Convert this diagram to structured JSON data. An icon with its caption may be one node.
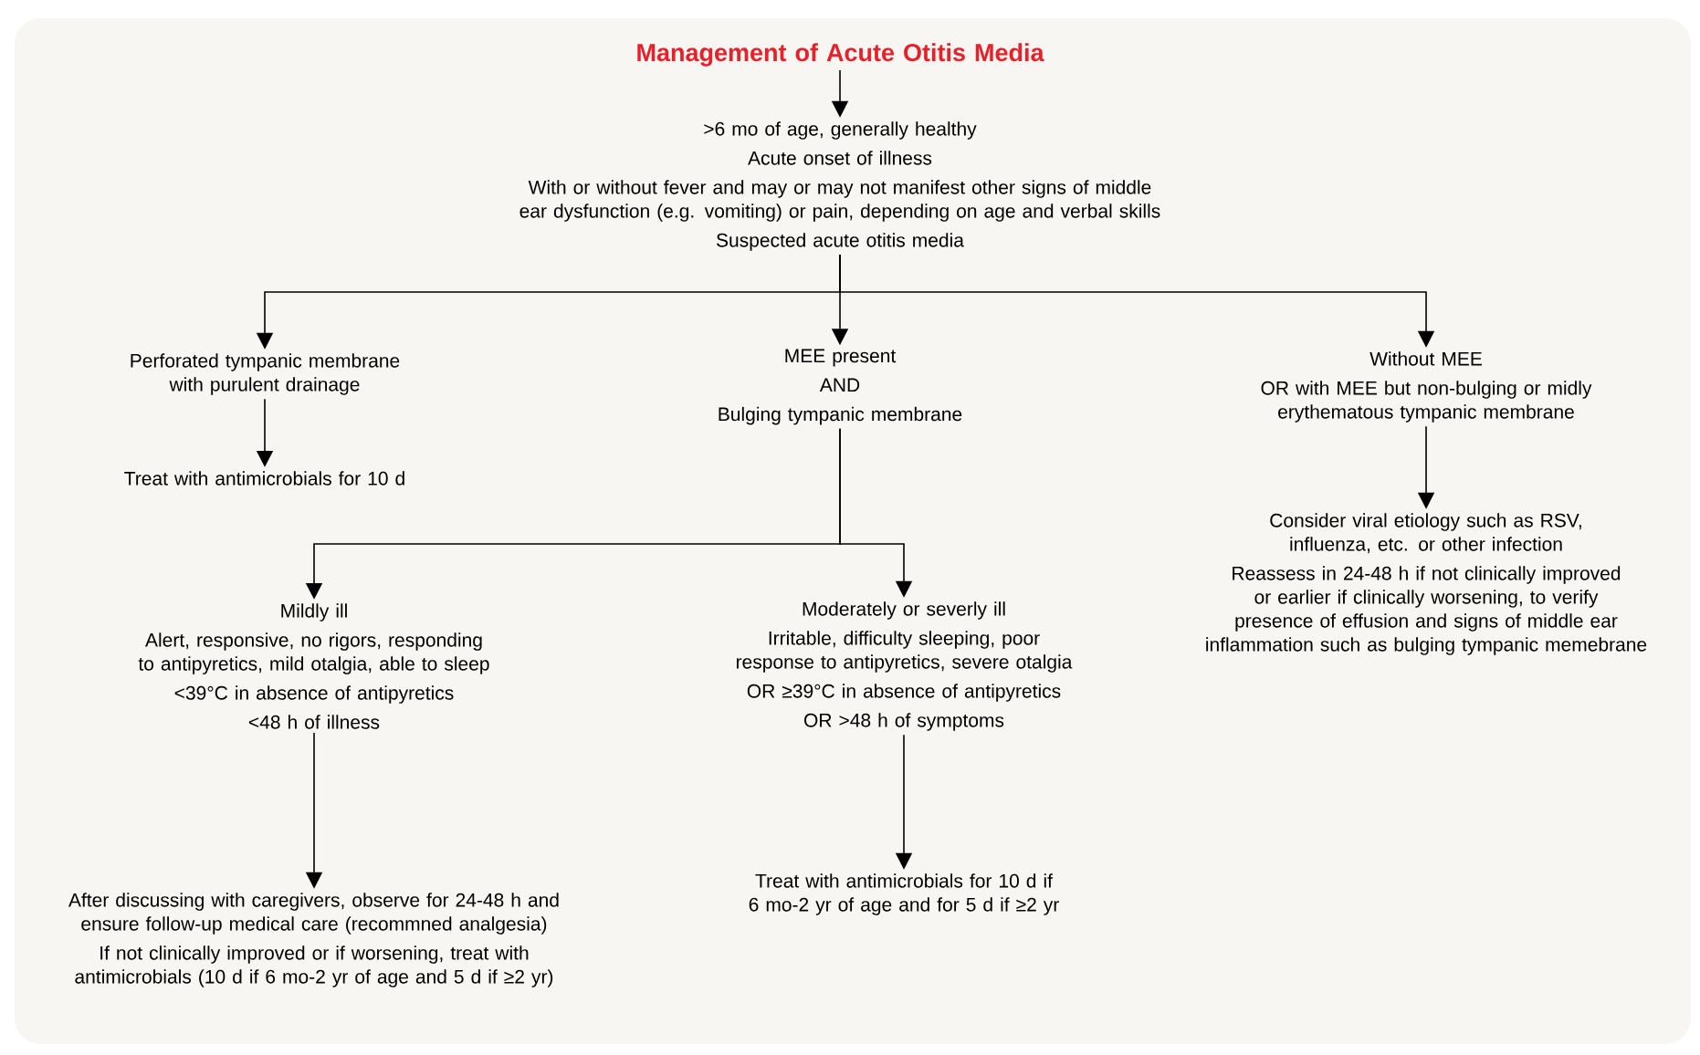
{
  "diagram": {
    "nodes": [
      {
        "text": [
          "Management of Acute Otitis Media"
        ]
      },
      {
        "text": [
          ">6 mo of age, generally healthy",
          "Acute onset of illness",
          "With or without fever and may or may not manifest other signs of middle ear dysfunction (e.g. vomiting) or pain, depending on age and verbal skills",
          "Suspected acute otitis media"
        ]
      },
      {
        "text": [
          "Perforated tympanic membrane with purulent drainage"
        ]
      },
      {
        "text": [
          "Treat with antimicrobials for 10 d"
        ]
      },
      {
        "text": [
          "MEE present",
          "AND",
          "Bulging tympanic membrane"
        ]
      },
      {
        "text": [
          "Without MEE",
          "OR with MEE but non-bulging or midly erythematous tympanic membrane"
        ]
      },
      {
        "text": [
          "Consider viral etiology such as RSV, influenza, etc. or other infection",
          "Reassess in 24-48 h if not clinically improved or earlier if clinically worsening, to verify presence of effusion and signs of middle ear inflammation such as bulging tympanic memebrane"
        ]
      },
      {
        "text": [
          "Mildly ill",
          "Alert, responsive, no rigors, responding to antipyretics, mild otalgia, able to sleep",
          "<39°C in absence of antipyretics",
          "<48 h of illness"
        ]
      },
      {
        "text": [
          "Moderately or severly ill",
          "Irritable, difficulty sleeping, poor response to antipyretics, severe otalgia",
          "OR ≥39°C in absence of antipyretics",
          "OR >48 h of symptoms"
        ]
      },
      {
        "text": [
          "After discussing with caregivers, observe for 24-48 h and ensure follow-up medical care (recommned analgesia)",
          "If not clinically improved or if worsening, treat with antimicrobials (10 d if 6 mo-2 yr of age and 5 d if ≥2 yr)"
        ]
      },
      {
        "text": [
          "Treat with antimicrobials for 10 d if 6 mo-2 yr of age and for 5 d if ≥2 yr"
        ]
      }
    ],
    "edges": [
      {
        "from": 0,
        "to": 1,
        "arrow": "to"
      },
      {
        "from": 1,
        "to": 2,
        "arrow": "to"
      },
      {
        "from": 1,
        "to": 4,
        "arrow": "to"
      },
      {
        "from": 1,
        "to": 5,
        "arrow": "to"
      },
      {
        "from": 2,
        "to": 3,
        "arrow": "to"
      },
      {
        "from": 5,
        "to": 6,
        "arrow": "to"
      },
      {
        "from": 4,
        "to": 7,
        "arrow": "to"
      },
      {
        "from": 4,
        "to": 8,
        "arrow": "to"
      },
      {
        "from": 7,
        "to": 9,
        "arrow": "to"
      },
      {
        "from": 8,
        "to": 10,
        "arrow": "to"
      }
    ]
  }
}
